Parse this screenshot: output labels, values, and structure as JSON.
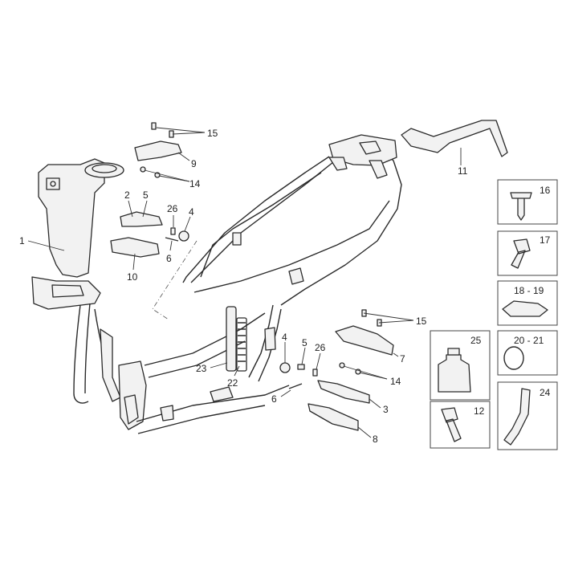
{
  "callouts": {
    "c1": "1",
    "c2": "2",
    "c3": "3",
    "c4a": "4",
    "c4b": "4",
    "c5a": "5",
    "c5b": "5",
    "c6a": "6",
    "c6b": "6",
    "c7": "7",
    "c8": "8",
    "c9": "9",
    "c10": "10",
    "c11": "11",
    "c14a": "14",
    "c14b": "14",
    "c15a": "15",
    "c15b": "15",
    "c22": "22",
    "c23": "23",
    "c26a": "26",
    "c26b": "26"
  },
  "legend": {
    "b16": "16",
    "b17": "17",
    "b18": "18 - 19",
    "b20": "20 - 21",
    "b25": "25",
    "b12": "12",
    "b24": "24"
  },
  "colors": {
    "line": "#2a2a2a",
    "fill": "#f2f2f2",
    "box_border": "#444444"
  }
}
